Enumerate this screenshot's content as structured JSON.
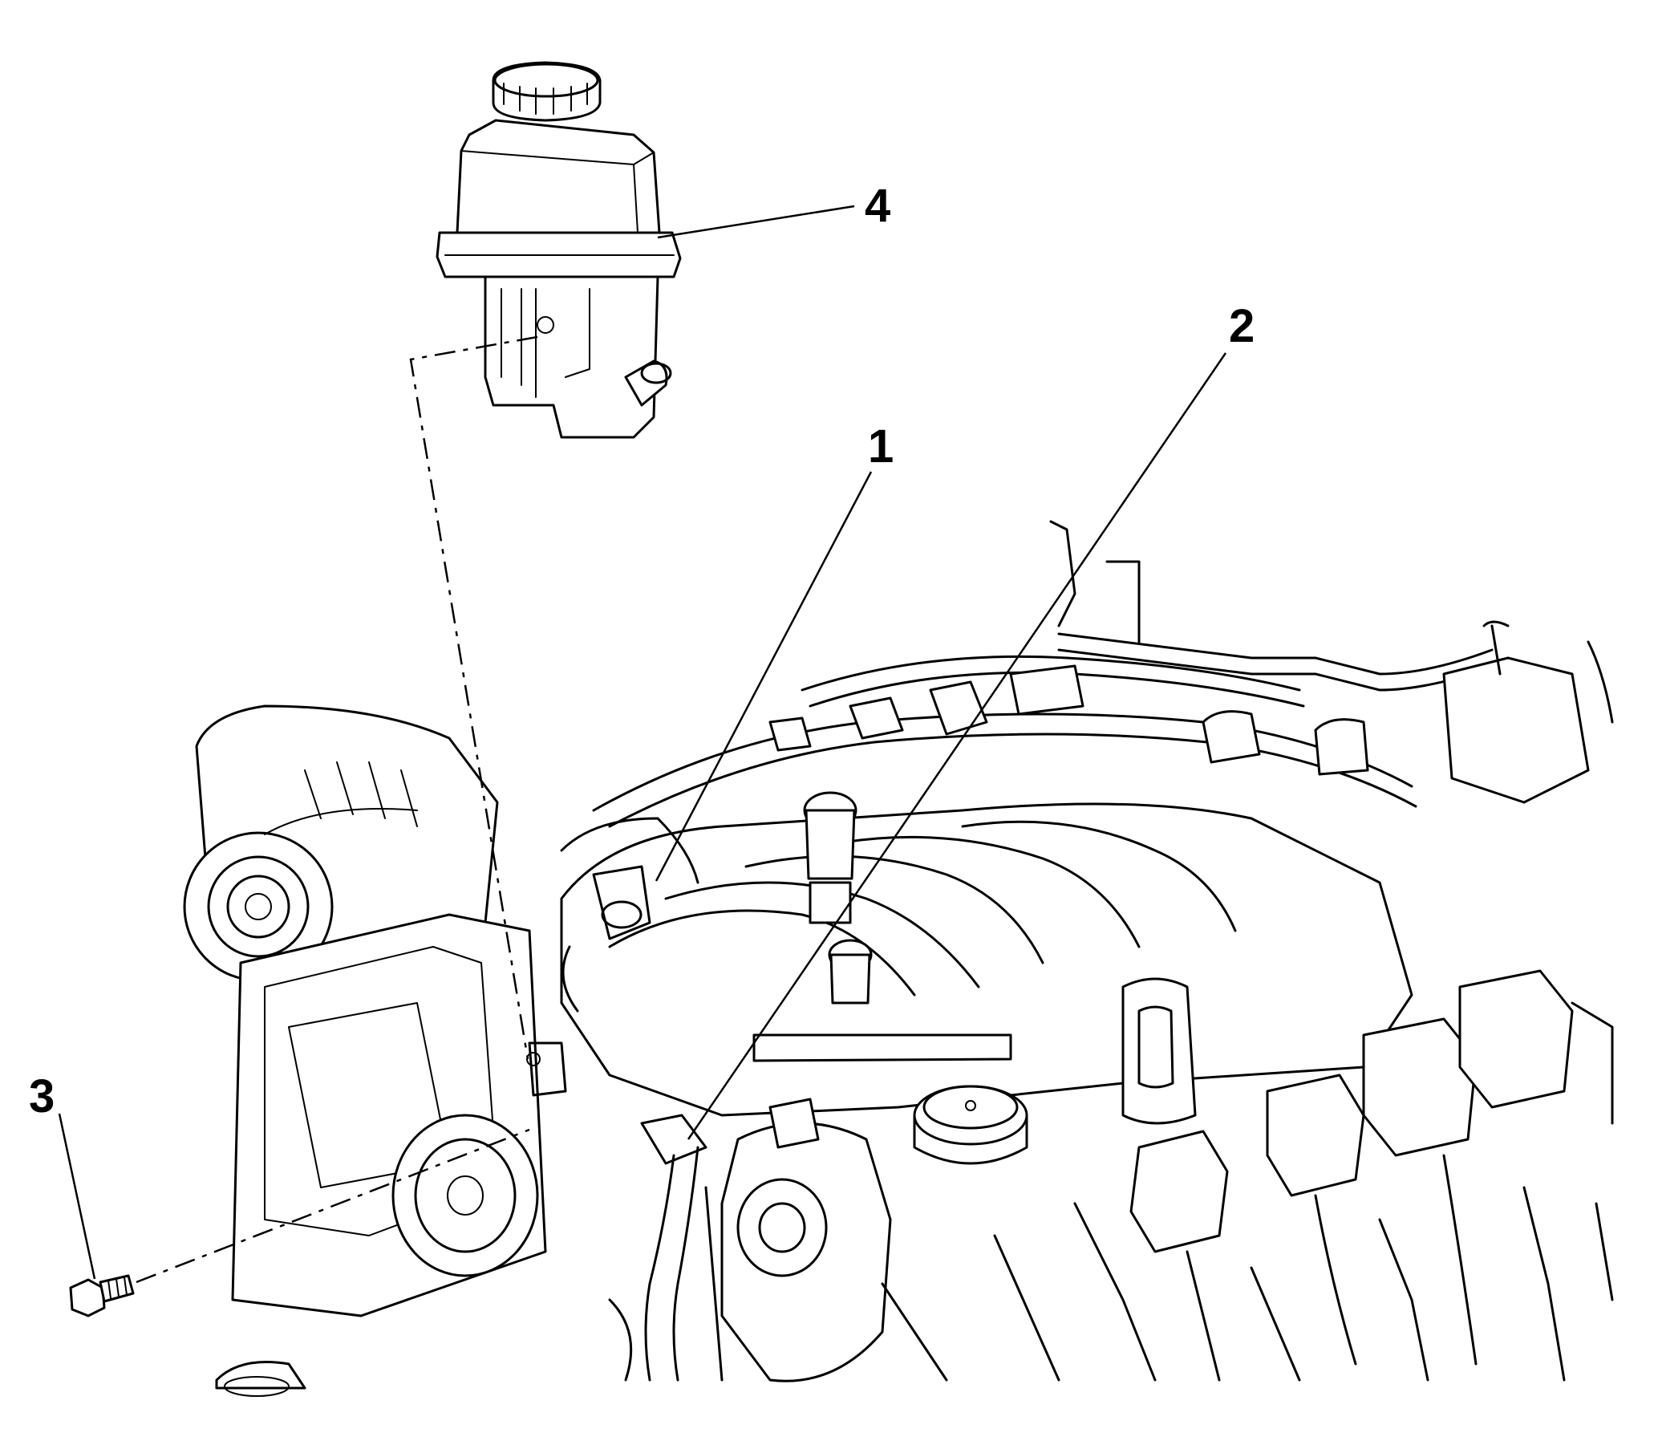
{
  "callouts": [
    {
      "id": "1",
      "label": "1",
      "part": "power-steering-hose"
    },
    {
      "id": "2",
      "label": "2",
      "part": "power-steering-hose-clamp"
    },
    {
      "id": "3",
      "label": "3",
      "part": "reservoir-bolt"
    },
    {
      "id": "4",
      "label": "4",
      "part": "power-steering-fluid-reservoir"
    }
  ],
  "colors": {
    "line": "#000000",
    "background": "#ffffff"
  }
}
